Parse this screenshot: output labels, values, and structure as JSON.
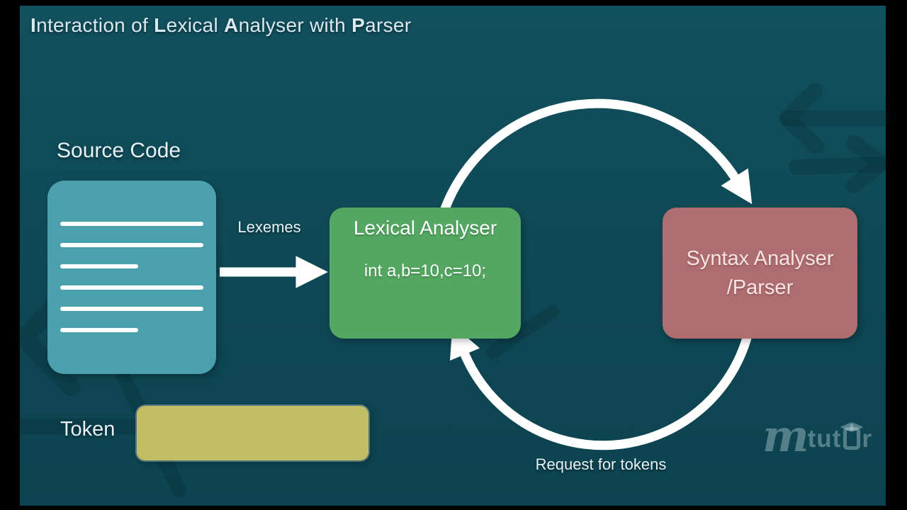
{
  "slide": {
    "title_segments": [
      {
        "text": "I",
        "bold": true
      },
      {
        "text": "nteraction of ",
        "bold": false
      },
      {
        "text": "L",
        "bold": true
      },
      {
        "text": "exical ",
        "bold": false
      },
      {
        "text": "A",
        "bold": true
      },
      {
        "text": "nalyser with ",
        "bold": false
      },
      {
        "text": "P",
        "bold": true
      },
      {
        "text": "arser",
        "bold": false
      }
    ],
    "title_full": "Interaction of Lexical Analyser with Parser"
  },
  "diagram": {
    "source_code_label": "Source Code",
    "lexemes_label": "Lexemes",
    "lexical_analyser": {
      "title": "Lexical Analyser",
      "code": "int a,b=10,c=10;"
    },
    "syntax_analyser": {
      "line1": "Syntax Analyser",
      "line2": "/Parser"
    },
    "request_for_tokens_label": "Request for tokens",
    "token_label": "Token"
  },
  "watermark": {
    "m": "m",
    "tut": "tut",
    "r": "r"
  },
  "colors": {
    "letterbox": "#000000",
    "background_top": "#11505d",
    "background_mid": "#0e4854",
    "background_bottom": "#0c4350",
    "title_text": "#d9e9ef",
    "label_text": "#e6f2f5",
    "source_box": "#4aa0ad",
    "lexical_box": "#54a762",
    "syntax_box": "#ae6d6e",
    "syntax_text": "#f6e4e4",
    "token_box": "#c2bd64",
    "arrow_white": "#ffffff",
    "bg_arrow": "rgba(0,22,32,0.16)",
    "watermark": "rgba(203,224,229,0.38)"
  }
}
